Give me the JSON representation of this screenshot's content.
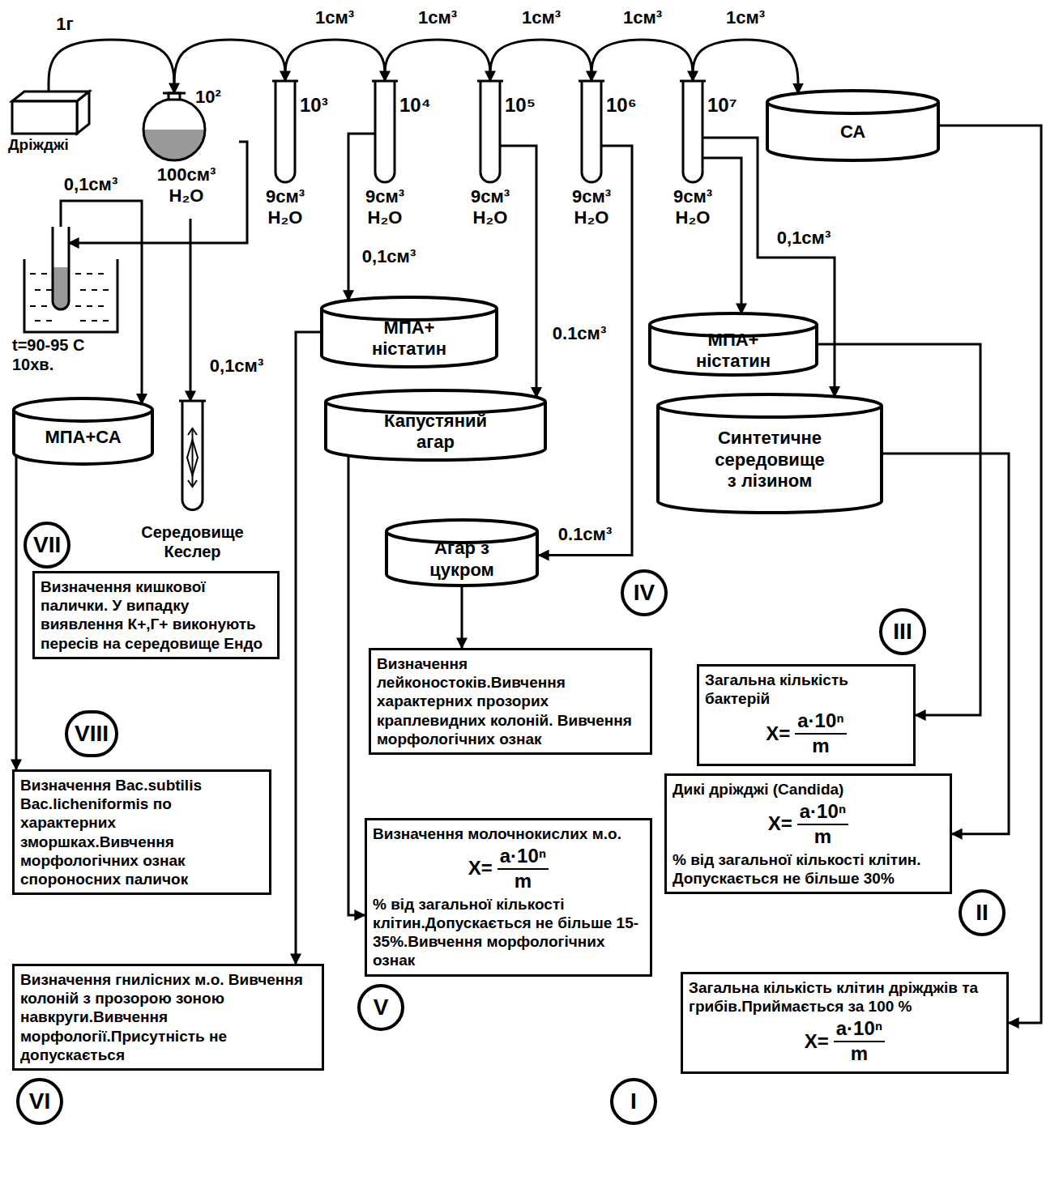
{
  "diagram": {
    "nodes": [
      {
        "text": [
          "Дріжджі"
        ]
      },
      {
        "text": [
          "10²",
          "100см³ H₂O"
        ]
      },
      {
        "text": [
          "10³",
          "9см³ H₂O"
        ]
      },
      {
        "text": [
          "10⁴",
          "9см³ H₂O"
        ]
      },
      {
        "text": [
          "10⁵",
          "9см³ H₂O"
        ]
      },
      {
        "text": [
          "10⁶",
          "9см³ H₂O"
        ]
      },
      {
        "text": [
          "10⁷",
          "9см³ H₂O"
        ]
      },
      {
        "text": [
          "СА"
        ]
      },
      {
        "text": [
          "t=90-95 C 10хв."
        ]
      },
      {
        "text": [
          "МПА+СА"
        ]
      },
      {
        "text": [
          "Середовище Кеслер"
        ]
      },
      {
        "text": [
          "МПА+ ністатин"
        ]
      },
      {
        "text": [
          "Капустяний агар"
        ]
      },
      {
        "text": [
          "Агар з цукром"
        ]
      },
      {
        "text": [
          "МПА+ ністатин"
        ]
      },
      {
        "text": [
          "Синтетичне середовище з лізином"
        ]
      },
      {
        "text": [
          "VII",
          "Визначення кишкової палички. У випадку виявлення К+,Г+ виконують пересів на середовище Ендо"
        ]
      },
      {
        "text": [
          "IV",
          "Визначення лейконостоків.Вивчення характерних прозорих краплевидних колоній. Вивчення морфологічних ознак"
        ]
      },
      {
        "text": [
          "III",
          "Загальна кількість бактерій",
          "X=",
          "a·10ⁿ",
          "m"
        ]
      },
      {
        "text": [
          "VIII",
          "Визначення Bac.subtilis Bac.licheniformis по характерних зморшках.Вивчення морфологічних ознак спороносних паличок"
        ]
      },
      {
        "text": [
          "II",
          "Дикі дріжджі (Candida)",
          "X=",
          "a·10ⁿ",
          "m",
          "% від загальної кількості клітин. Допускається не більше 30%"
        ]
      },
      {
        "text": [
          "V",
          "Визначення молочнокислих м.о.",
          "X=",
          "a·10ⁿ",
          "m",
          "% від загальної кількості клітин.Допускається не більше 15-35%.Вивчення морфологічних ознак"
        ]
      },
      {
        "text": [
          "Визначення гнилісних м.о. Вивчення колоній з прозорою зоною навкруги.Вивчення морфології.Присутність не допускається",
          "VI"
        ]
      },
      {
        "text": [
          "Загальна кількість клітин дріжджів та грибів.Приймається за 100 %",
          "X=",
          "a·10ⁿ",
          "m",
          "I"
        ]
      }
    ],
    "edges": [
      {
        "from": 0,
        "to": 1,
        "arrow": "to",
        "label": "1г"
      },
      {
        "from": 1,
        "to": 2,
        "arrow": "to"
      },
      {
        "from": 2,
        "to": 3,
        "arrow": "to",
        "label": "1см³"
      },
      {
        "from": 3,
        "to": 4,
        "arrow": "to",
        "label": "1см³"
      },
      {
        "from": 4,
        "to": 5,
        "arrow": "to",
        "label": "1см³"
      },
      {
        "from": 5,
        "to": 6,
        "arrow": "to",
        "label": "1см³"
      },
      {
        "from": 6,
        "to": 7,
        "arrow": "to",
        "label": "1см³"
      },
      {
        "from": 1,
        "to": 8,
        "arrow": "to"
      },
      {
        "from": 8,
        "to": 9,
        "arrow": "to",
        "label": "0,1см³"
      },
      {
        "from": 1,
        "to": 10,
        "arrow": "to",
        "label": "0,1см³"
      },
      {
        "from": 3,
        "to": 11,
        "arrow": "to",
        "label": "0,1см³"
      },
      {
        "from": 4,
        "to": 12,
        "arrow": "to",
        "label": "0.1см³"
      },
      {
        "from": 5,
        "to": 13,
        "arrow": "to",
        "label": "0.1см³"
      },
      {
        "from": 6,
        "to": 14,
        "arrow": "to"
      },
      {
        "from": 6,
        "to": 15,
        "arrow": "to",
        "label": "0,1см³"
      },
      {
        "from": 7,
        "to": 23,
        "arrow": "to"
      },
      {
        "from": 14,
        "to": 18,
        "arrow": "to"
      },
      {
        "from": 15,
        "to": 20,
        "arrow": "to"
      },
      {
        "from": 13,
        "to": 17,
        "arrow": "to"
      },
      {
        "from": 12,
        "to": 21,
        "arrow": "to"
      },
      {
        "from": 11,
        "to": 22,
        "arrow": "to"
      },
      {
        "from": 9,
        "to": 19,
        "arrow": "to"
      }
    ]
  }
}
